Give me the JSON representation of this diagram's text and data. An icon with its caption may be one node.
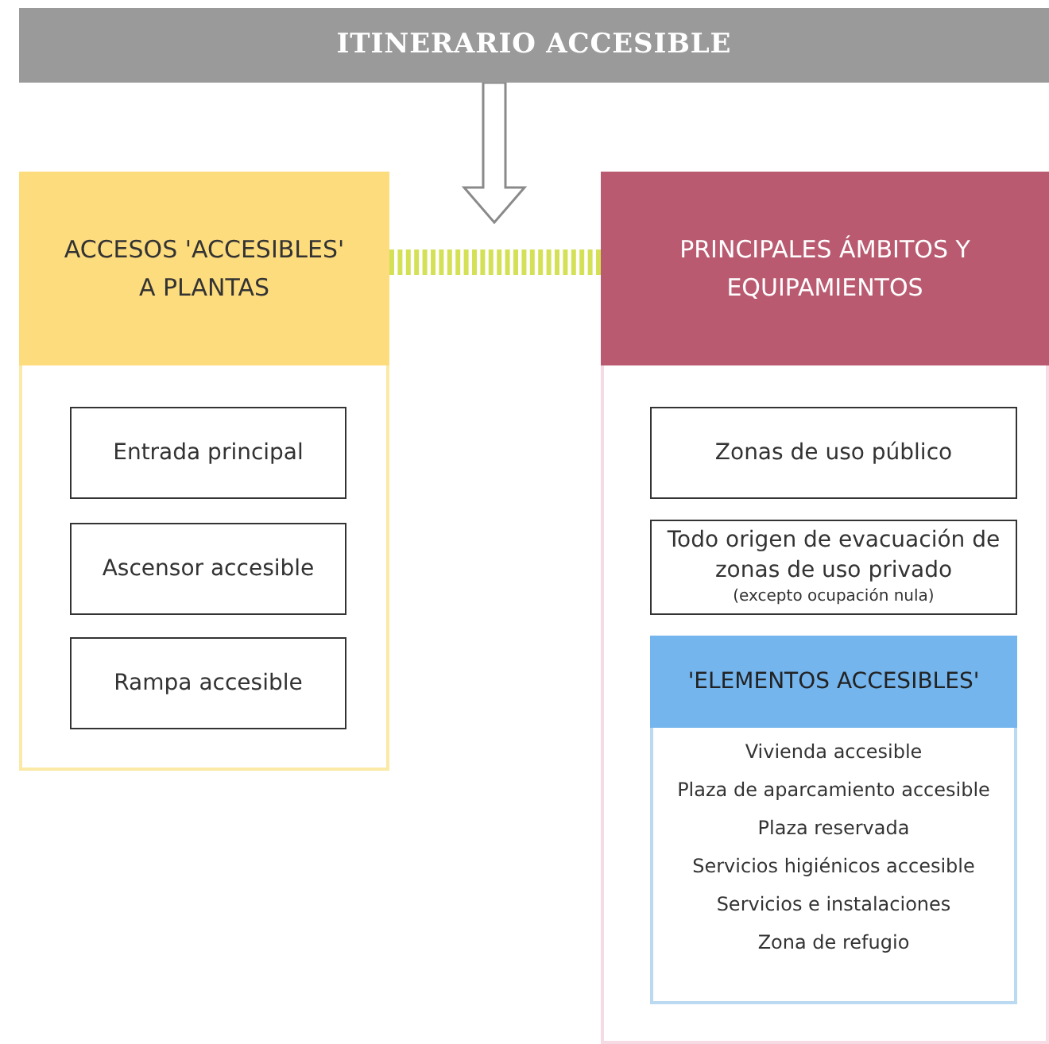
{
  "diagram": {
    "nodes": [
      {
        "text": [
          "ITINERARIO ACCESIBLE"
        ]
      },
      {
        "text": [
          "ACCESOS 'ACCESIBLES' A PLANTAS"
        ]
      },
      {
        "text": [
          "Entrada principal"
        ],
        "in": 1
      },
      {
        "text": [
          "Ascensor accesible"
        ],
        "in": 1
      },
      {
        "text": [
          "Rampa accesible"
        ],
        "in": 1
      },
      {
        "text": [
          "PRINCIPALES ÁMBITOS Y EQUIPAMIENTOS"
        ]
      },
      {
        "text": [
          "Zonas de uso público"
        ],
        "in": 5
      },
      {
        "text": [
          "Todo origen de evacuación de zonas de uso privado",
          "(excepto ocupación nula)"
        ],
        "in": 5
      },
      {
        "text": [
          "'ELEMENTOS ACCESIBLES'",
          "Vivienda accesible",
          "Plaza de aparcamiento accesible",
          "Plaza reservada",
          "Servicios higiénicos accesible",
          "Servicios e instalaciones",
          "Zona de refugio"
        ],
        "in": 5
      }
    ],
    "edges": [
      {
        "from": 0,
        "to": null,
        "arrow": "to"
      },
      {
        "from": 1,
        "to": 5,
        "arrow": "none",
        "style": "dashed",
        "color": "#d4e157"
      }
    ]
  }
}
